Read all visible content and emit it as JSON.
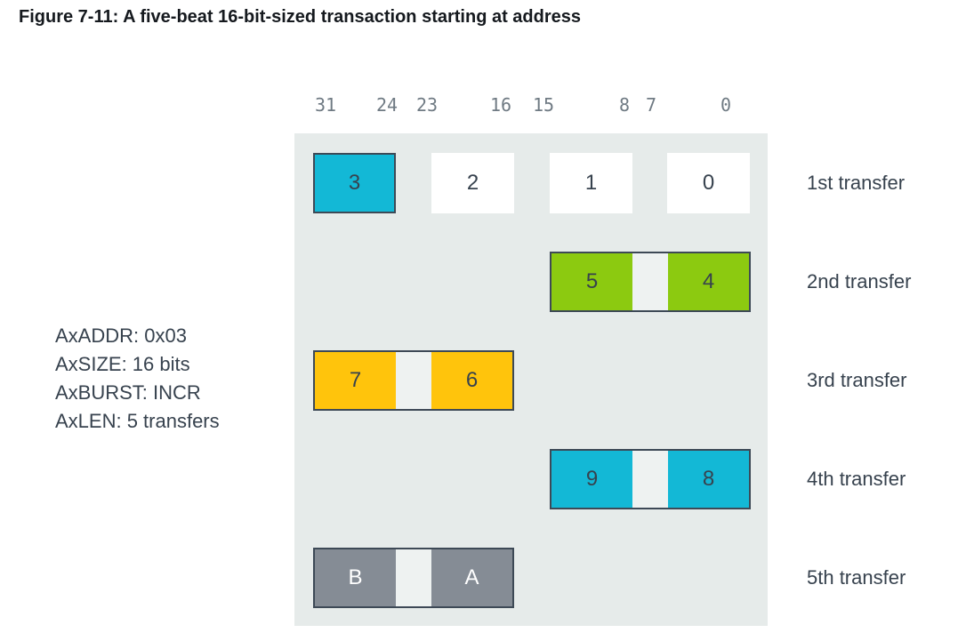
{
  "title": "Figure 7-11: A five-beat 16-bit-sized transaction starting at address",
  "params": {
    "axaddr": "AxADDR: 0x03",
    "axsize": "AxSIZE: 16 bits",
    "axburst": "AxBURST: INCR",
    "axlen": "AxLEN: 5 transfers"
  },
  "bit_labels": [
    "31",
    "24",
    "23",
    "16",
    "15",
    "8",
    "7",
    "0"
  ],
  "transfers": [
    {
      "label": "1st transfer",
      "cells": [
        "3",
        "2",
        "1",
        "0"
      ],
      "cell_colors": [
        "cyan",
        "white",
        "white",
        "white"
      ],
      "lanes": "all"
    },
    {
      "label": "2nd transfer",
      "cells": [
        "5",
        "4"
      ],
      "color": "green",
      "lanes": "bits 15-0"
    },
    {
      "label": "3rd transfer",
      "cells": [
        "7",
        "6"
      ],
      "color": "yellow",
      "lanes": "bits 31-16"
    },
    {
      "label": "4th transfer",
      "cells": [
        "9",
        "8"
      ],
      "color": "cyan",
      "lanes": "bits 15-0"
    },
    {
      "label": "5th transfer",
      "cells": [
        "B",
        "A"
      ],
      "color": "gray",
      "lanes": "bits 31-16"
    }
  ],
  "colors": {
    "cyan": "#13b8d6",
    "green": "#8cca10",
    "yellow": "#ffc40c",
    "gray": "#858c95",
    "white": "#ffffff",
    "box_border": "#3d4956",
    "panel_background": "#e6ebea",
    "gap_fill": "#eef2f1",
    "text_dark": "#37424e",
    "bit_label_gray": "#6f7a83",
    "title_black": "#15191e"
  }
}
